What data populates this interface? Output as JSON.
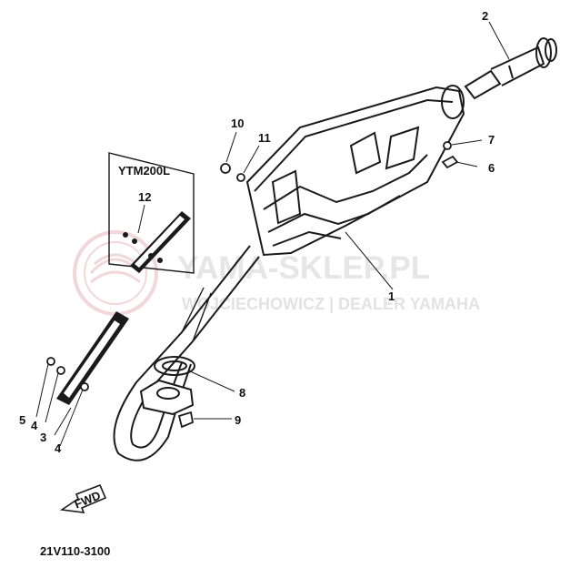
{
  "diagram": {
    "callouts": [
      "1",
      "2",
      "3",
      "4",
      "4",
      "5",
      "6",
      "7",
      "8",
      "9",
      "10",
      "11",
      "12"
    ],
    "inset_label": "YTM200L",
    "direction_label": "FWD",
    "figure_code": "21V110-3100"
  },
  "watermark": {
    "brand": "YAMA-SKLEP.PL",
    "dealer": "WOJCIECHOWICZ | DEALER YAMAHA"
  },
  "colors": {
    "ink": "#1a1a1a",
    "watermark": "#e6b8b8",
    "watermark_text": "#d9d9d9"
  }
}
